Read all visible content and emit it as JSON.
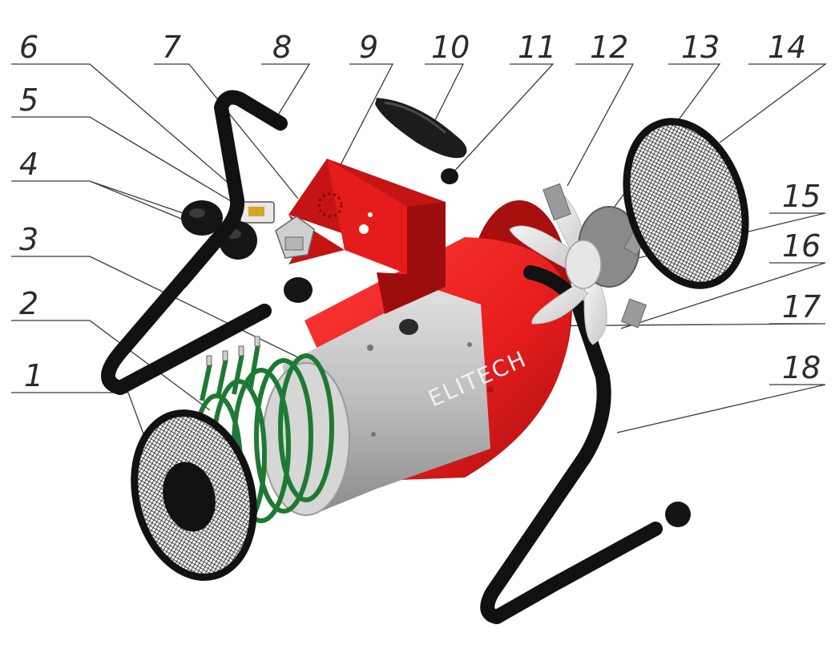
{
  "diagram": {
    "brand_label": "ELITECH",
    "callouts": [
      "1",
      "2",
      "3",
      "4",
      "5",
      "6",
      "7",
      "8",
      "9",
      "10",
      "11",
      "12",
      "13",
      "14",
      "15",
      "16",
      "17",
      "18"
    ],
    "colors": {
      "housing": "#e51c1c",
      "housing_dark": "#9e0d0d",
      "inner_cylinder": "#b5b5b5",
      "heating_coil": "#1e7a33",
      "frame": "#111111",
      "grille": "#1a1a1a",
      "leader_line": "#3a3a3a"
    }
  }
}
